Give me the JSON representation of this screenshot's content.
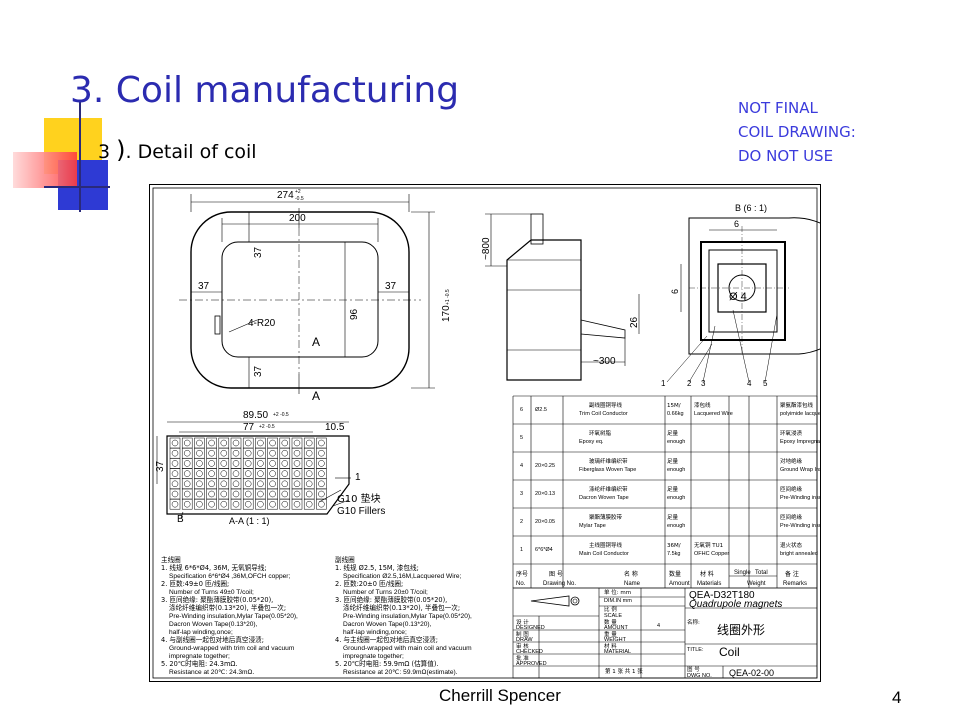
{
  "slide": {
    "title": "3. Coil manufacturing",
    "subtitle_number": "3",
    "subtitle_paren": ")",
    "subtitle_text": ". Detail of coil",
    "note_lines": [
      "NOT FINAL",
      "COIL DRAWING:",
      "DO NOT USE"
    ],
    "footer": "Cherrill Spencer",
    "page_number": "4"
  },
  "drawing": {
    "front_view": {
      "dim_274": "274",
      "dim_274_tol_upper": "+2",
      "dim_274_tol_lower": "-0.5",
      "dim_200": "200",
      "dim_37_top": "37",
      "dim_37_left": "37",
      "dim_37_right": "37",
      "dim_37_bottom": "37",
      "dim_96": "96",
      "dim_170": "170",
      "dim_170_tol": "+1 -0.5",
      "radius_label": "4-R20",
      "section_a_top": "A",
      "section_a_bottom": "A"
    },
    "side_view": {
      "dim_800": "~800",
      "dim_26": "26",
      "dim_300": "~300"
    },
    "detail_b": {
      "label": "B  (6 : 1)",
      "dim_6_top": "6",
      "dim_6_side": "6",
      "diameter": "Ø 4",
      "callouts": [
        "1",
        "2",
        "3",
        "4",
        "5"
      ]
    },
    "section_aa": {
      "dim_89": "89.50",
      "dim_89_tol": "+2 -0.5",
      "dim_77": "77",
      "dim_77_tol": "+2 -0.5",
      "dim_105": "10.5",
      "dim_37": "37",
      "callout_1": "1",
      "g10_cn": "G10 垫块",
      "g10_en": "G10 Fillers",
      "b_label": "B",
      "section_label": "A-A  (1 : 1)"
    },
    "notes_main": [
      "主线圈",
      "1. 线规 6*6*Ø4, 36M, 无氧铜导线;",
      "Specification 6*6*Ø4 ,36M,OFCH copper;",
      "2. 匝数:49±0 匝/线圈;",
      "Number of Turns 49±0 T/coil;",
      "3. 匝间绝缘: 聚酯薄膜胶带(0.05*20),",
      "涤纶纤维编织带(0.13*20), 半叠包一次;",
      "Pre-Winding insulation,Mylar Tape(0.05*20),",
      "Dacron Woven Tape(0.13*20),",
      "half-lap winding,once;",
      "4. 与副线圈一起包对地后真空浸渍;",
      "Ground-wrapped with trim coil and vacuum",
      "impregnate together;",
      "5. 20℃时电阻: 24.3mΩ.",
      "Resistance at 20℃: 24.3mΩ."
    ],
    "notes_trim": [
      "副线圈",
      "1. 线规 Ø2.5, 15M, 漆包线;",
      "Specification Ø2.5,16M,Lacquered Wire;",
      "2. 匝数:20±0 匝/线圈;",
      "Number of Turns 20±0 T/coil;",
      "3. 匝间绝缘: 聚酯薄膜胶带(0.05*20),",
      "涤纶纤维编织带(0.13*20), 半叠包一次;",
      "Pre-Winding insulation,Mylar Tape(0.05*20),",
      "Dacron Woven Tape(0.13*20),",
      "half-lap winding,once;",
      "4. 与主线圈一起包对地后真空浸渍;",
      "Ground-wrapped with main coil and vacuum",
      "impregnate together;",
      "5. 20℃时电阻: 59.9mΩ (估算值).",
      "Resistance at 20℃: 59.9mΩ(estimate)."
    ],
    "bom_rows": [
      {
        "no": "6",
        "drawing": "Ø2.5",
        "name_cn": "副线圈铜导线",
        "name_en": "Trim Coil Conductor",
        "amount": "15M/",
        "amount2": "0.66kg",
        "materials": "漆包线",
        "materials2": "Lacquered Wire",
        "remarks_cn": "聚氨酯漆包线",
        "remarks_en": "polyimide lacquer"
      },
      {
        "no": "5",
        "drawing": "",
        "name_cn": "环氧树脂",
        "name_en": "Epoxy eq.",
        "amount": "足量",
        "amount2": "enough",
        "materials": "",
        "materials2": "",
        "remarks_cn": "环氧浸渍",
        "remarks_en": "Epoxy Impregnation"
      },
      {
        "no": "4",
        "drawing": "20×0.25",
        "name_cn": "玻璃纤维编织带",
        "name_en": "Fiberglass Woven Tape",
        "amount": "足量",
        "amount2": "enough",
        "materials": "",
        "materials2": "",
        "remarks_cn": "对地绝缘",
        "remarks_en": "Ground Wrap Insulation"
      },
      {
        "no": "3",
        "drawing": "20×0.13",
        "name_cn": "涤纶纤维编织带",
        "name_en": "Dacron Woven Tape",
        "amount": "足量",
        "amount2": "enough",
        "materials": "",
        "materials2": "",
        "remarks_cn": "匝间绝缘",
        "remarks_en": "Pre-Winding insulation"
      },
      {
        "no": "2",
        "drawing": "20×0.05",
        "name_cn": "聚酯薄膜胶带",
        "name_en": "Mylar Tape",
        "amount": "足量",
        "amount2": "enough",
        "materials": "",
        "materials2": "",
        "remarks_cn": "匝间绝缘",
        "remarks_en": "Pre-Winding insulation"
      },
      {
        "no": "1",
        "drawing": "6*6*Ø4",
        "name_cn": "主线圈铜导线",
        "name_en": "Main Coil Conductor",
        "amount": "36M/",
        "amount2": "7.5kg",
        "materials": "无氧铜 TU1",
        "materials2": "OFHC Copper",
        "remarks_cn": "退火状态",
        "remarks_en": "bright annealed"
      }
    ],
    "bom_header": {
      "no_cn": "序号",
      "no_en": "No.",
      "drawing_cn": "图 号",
      "drawing_en": "Drawing No.",
      "name_cn": "名 称",
      "name_en": "Name",
      "amount_cn": "数量",
      "amount_en": "Amount",
      "materials_cn": "材 料",
      "materials_en": "Materials",
      "weight_single": "Single",
      "weight_total": "Total",
      "weight_cn": "重量",
      "weight_en": "Weight",
      "remarks_cn": "备 注",
      "remarks_en": "Remarks"
    },
    "title_block": {
      "unit_cn": "单 位: mm",
      "dim_en": "DIM.IN    mm",
      "scale_cn": "比 例",
      "scale_en": "SCALE",
      "designed_cn": "设 计",
      "designed_en": "DESIGNED",
      "draw_cn": "制 图",
      "draw_en": "DRAW",
      "checked_cn": "审 核",
      "checked_en": "CHECKED",
      "approved_cn": "批 准",
      "approved_en": "APPROVED",
      "amount_cn": "数 量",
      "amount_en": "AMOUNT",
      "amount_val": "4",
      "weight_cn": "重 量",
      "weight_en": "WEIGHT",
      "material_cn": "材 料",
      "material_en": "MATERIAL",
      "sheet": "第 1 张   共 1 张",
      "project_code": "QEA-D32T180",
      "project_name": "Quadrupole magnets",
      "name_label": "名称:",
      "name_val": "线圈外形",
      "title_label": "TITLE:",
      "title_val": "Coil",
      "dwg_label_cn": "图 号",
      "dwg_label_en": "DWG NO.",
      "dwg_val": "QEA-02-00"
    }
  }
}
